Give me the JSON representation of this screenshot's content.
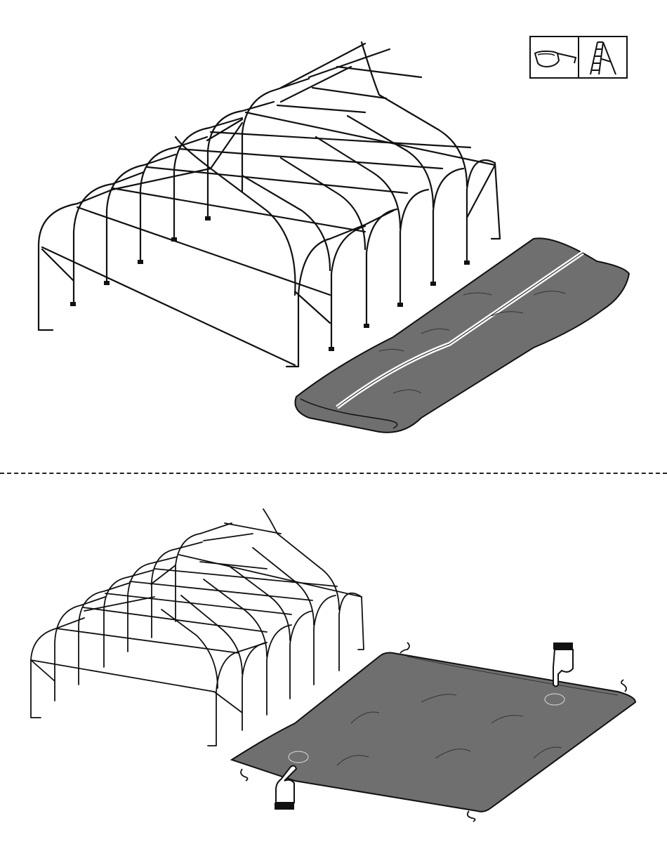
{
  "safety_icons": [
    {
      "icon": "safety-glasses-icon"
    },
    {
      "icon": "step-ladder-icon"
    }
  ],
  "colors": {
    "tarp_fill": "#6f6f6f",
    "tarp_light": "#8a8a8a",
    "line": "#111111",
    "background": "#ffffff"
  },
  "steps": [
    {
      "name": "frame-with-rolled-floor-tarp",
      "tarp_state": "rolled"
    },
    {
      "name": "frame-with-unfolded-floor-tarp",
      "tarp_state": "spread",
      "hand_indicators": 2,
      "tie_down_ropes": 4
    }
  ]
}
